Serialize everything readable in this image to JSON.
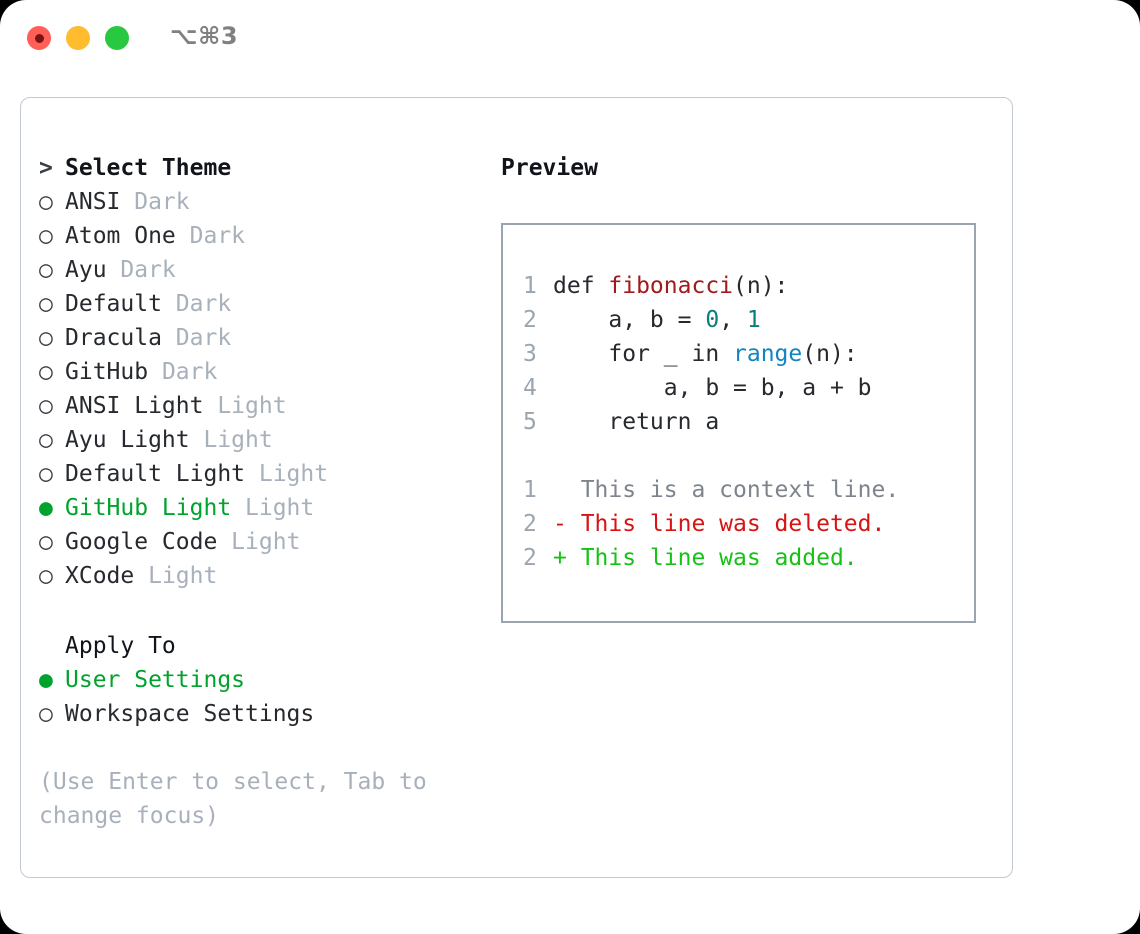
{
  "window": {
    "title": "⌥⌘3",
    "lights": [
      {
        "name": "close",
        "color": "#ff5f56"
      },
      {
        "name": "minimize",
        "color": "#febc2e"
      },
      {
        "name": "maximize",
        "color": "#28c840"
      }
    ]
  },
  "colors": {
    "selected_green": "#00a32e",
    "muted": "#a7b0bb",
    "text": "#26292e",
    "panel_border": "#c2c9d3",
    "preview_border": "#9aa5b1",
    "syntax_function": "#a01b1b",
    "syntax_number": "#0b7d7d",
    "syntax_call": "#1184c4",
    "diff_added": "#16c216",
    "diff_removed": "#d71313",
    "line_number": "#9aa5b1"
  },
  "theme_picker": {
    "header_marker": ">",
    "header_label": "Select Theme",
    "unselected_marker": "○",
    "selected_marker": "●",
    "items": [
      {
        "marker": "○",
        "name": "ANSI",
        "variant": "Dark",
        "selected": false
      },
      {
        "marker": "○",
        "name": "Atom One",
        "variant": "Dark",
        "selected": false
      },
      {
        "marker": "○",
        "name": "Ayu",
        "variant": "Dark",
        "selected": false
      },
      {
        "marker": "○",
        "name": "Default",
        "variant": "Dark",
        "selected": false
      },
      {
        "marker": "○",
        "name": "Dracula",
        "variant": "Dark",
        "selected": false
      },
      {
        "marker": "○",
        "name": "GitHub",
        "variant": "Dark",
        "selected": false
      },
      {
        "marker": "○",
        "name": "ANSI Light",
        "variant": "Light",
        "selected": false
      },
      {
        "marker": "○",
        "name": "Ayu Light",
        "variant": "Light",
        "selected": false
      },
      {
        "marker": "○",
        "name": "Default Light",
        "variant": "Light",
        "selected": false
      },
      {
        "marker": "●",
        "name": "GitHub Light",
        "variant": "Light",
        "selected": true
      },
      {
        "marker": "○",
        "name": "Google Code",
        "variant": "Light",
        "selected": false
      },
      {
        "marker": "○",
        "name": "XCode",
        "variant": "Light",
        "selected": false
      }
    ]
  },
  "apply_to": {
    "header_label": "Apply To",
    "items": [
      {
        "marker": "●",
        "label": "User Settings",
        "selected": true
      },
      {
        "marker": "○",
        "label": "Workspace Settings",
        "selected": false
      }
    ]
  },
  "hint": "(Use Enter to select, Tab to change focus)",
  "preview": {
    "title": "Preview",
    "code": [
      {
        "ln": "1",
        "segments": [
          {
            "t": "def ",
            "c": "plain"
          },
          {
            "t": "fibonacci",
            "c": "fn"
          },
          {
            "t": "(n):",
            "c": "plain"
          }
        ]
      },
      {
        "ln": "2",
        "segments": [
          {
            "t": "    a, b = ",
            "c": "plain"
          },
          {
            "t": "0",
            "c": "num"
          },
          {
            "t": ", ",
            "c": "plain"
          },
          {
            "t": "1",
            "c": "num"
          }
        ]
      },
      {
        "ln": "3",
        "segments": [
          {
            "t": "    for _ in ",
            "c": "plain"
          },
          {
            "t": "range",
            "c": "call"
          },
          {
            "t": "(n):",
            "c": "plain"
          }
        ]
      },
      {
        "ln": "4",
        "segments": [
          {
            "t": "        a, b = b, a + b",
            "c": "plain"
          }
        ]
      },
      {
        "ln": "5",
        "segments": [
          {
            "t": "    return a",
            "c": "plain"
          }
        ]
      }
    ],
    "diff": [
      {
        "ln": "1",
        "text": "  This is a context line.",
        "kind": "ctx"
      },
      {
        "ln": "2",
        "text": "- This line was deleted.",
        "kind": "del"
      },
      {
        "ln": "2",
        "text": "+ This line was added.",
        "kind": "add"
      }
    ]
  }
}
